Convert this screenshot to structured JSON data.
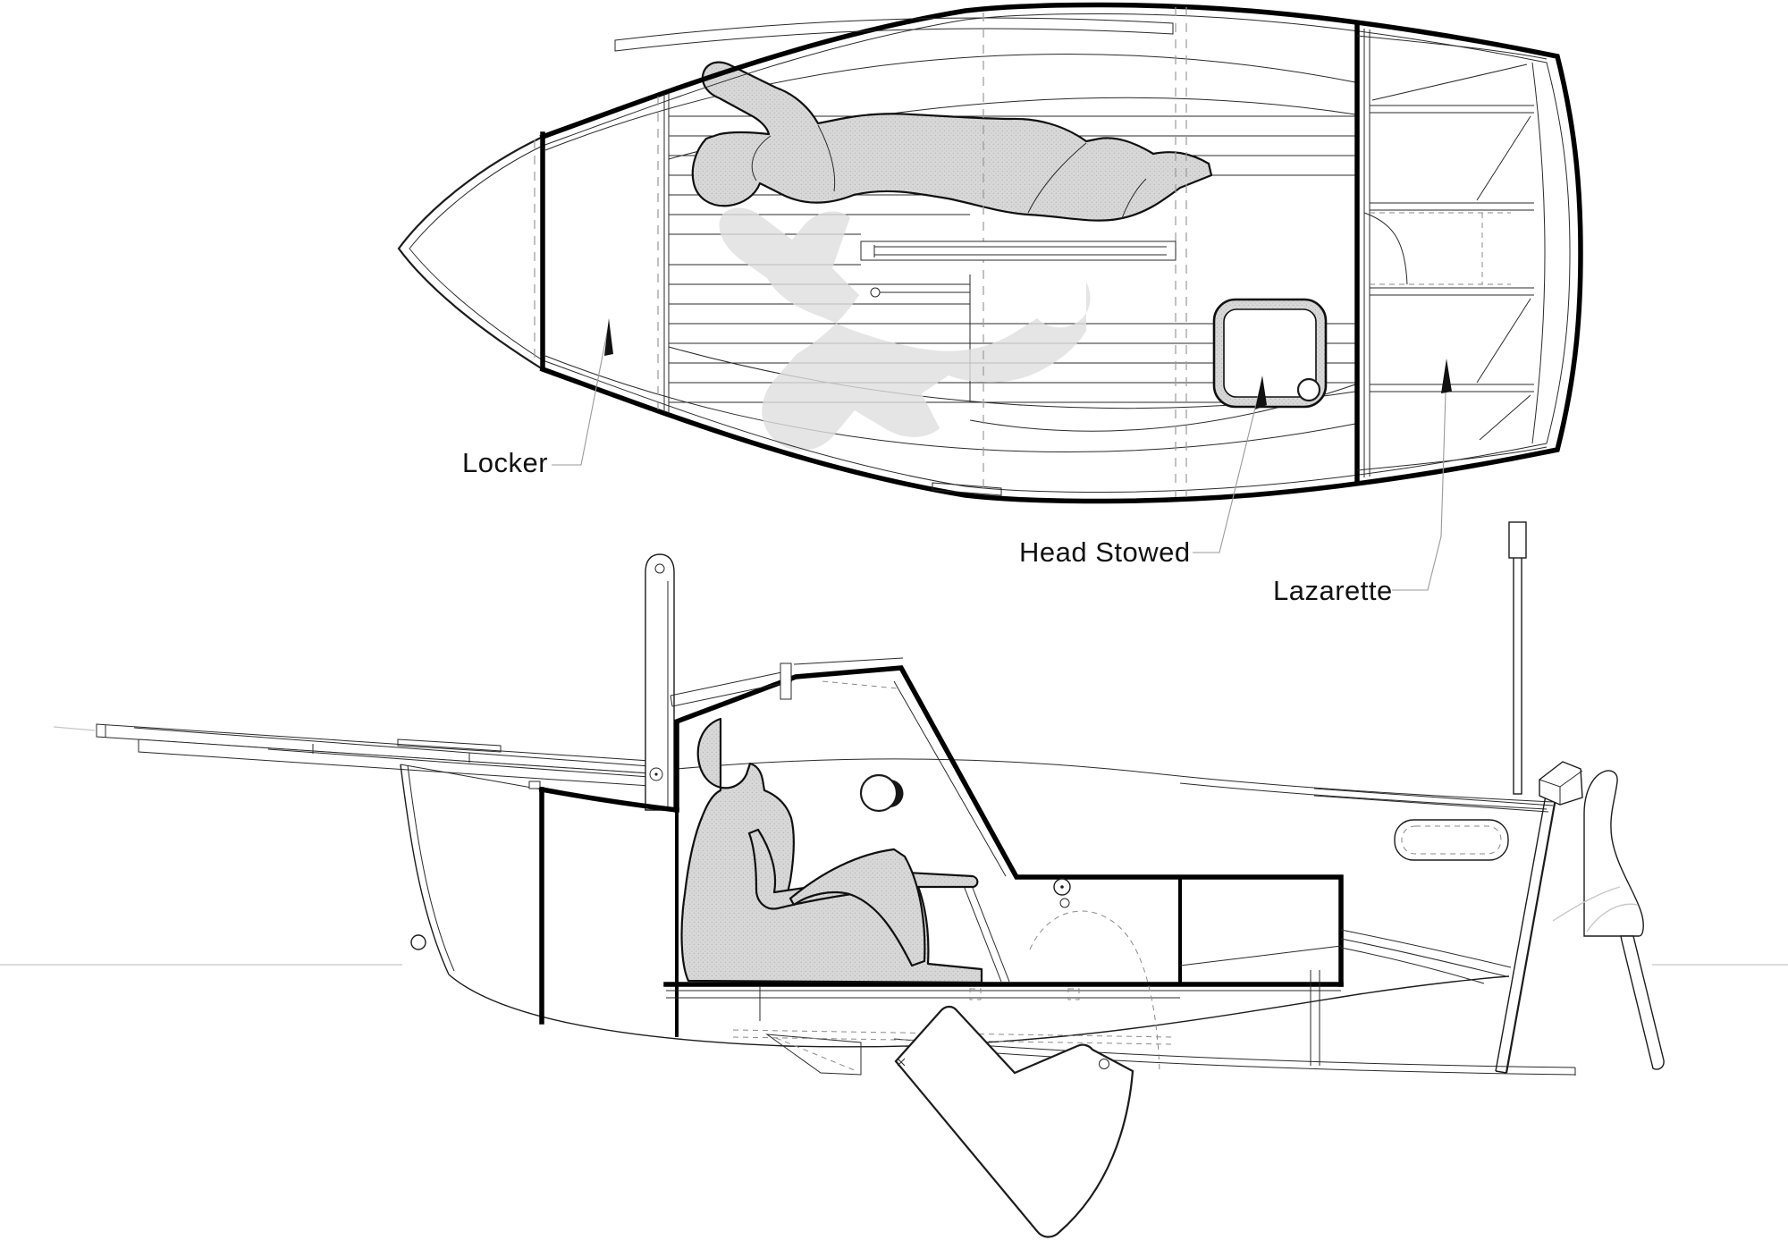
{
  "diagram": {
    "title": "small-boat-cuddy-plan-and-profile",
    "labels": {
      "locker": "Locker",
      "head_stowed": "Head Stowed",
      "lazarette": "Lazarette"
    },
    "colors": {
      "background": "#ffffff",
      "line": "#1c1c1c",
      "section_cut": "#000000",
      "figure_fill": "#d6d6d6",
      "ghost_figure_fill": "#dedede",
      "leader_line": "#9a9a9a"
    }
  }
}
